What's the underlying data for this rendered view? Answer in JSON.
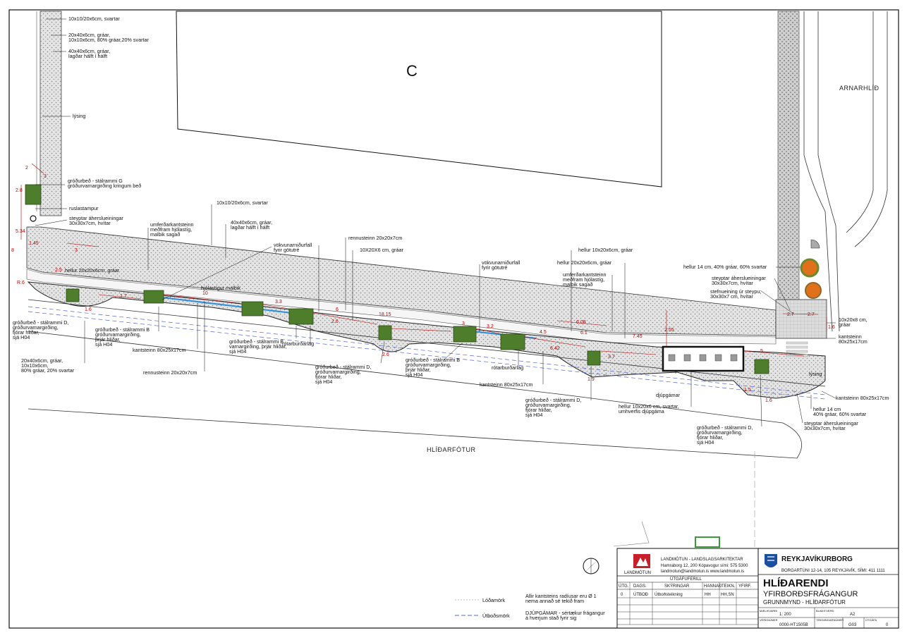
{
  "plan": {
    "block_label": "C",
    "street_right": "ARNARHLÍÐ",
    "street_bottom": "HLÍÐARFÓTUR",
    "bike_path": "hjólastígur malbik"
  },
  "labels": {
    "paving_a": "10x10/20x6cm, svartar",
    "paving_b1": "20x40x6cm, gráar,",
    "paving_b2": "10x10x6cm, 80% gráar,20% svartar",
    "paving_c1": "40x40x6cm, gráar,",
    "paving_c2": "lagðar hálft í hálft",
    "lighting": "lýsing",
    "planter_g1": "gróðurbeð - stálrammi G",
    "planter_g2": "gróðurvarnargirðing kringum beð",
    "bin": "ruslastampur",
    "cast_a1": "steyptar áherslueiningar",
    "cast_a2": "30x30x7cm, hvítar",
    "curb_traffic1": "umferðarkantsteinn",
    "curb_traffic2": "meðfram hjólastíg,",
    "curb_traffic3": "malbik sagað",
    "paving_top": "10x10/20x6cm, svartar",
    "paving_top2a": "40x40x6cm, gráar,",
    "paving_top2b": "lagðar hálft í hálft",
    "drain1": "vökvunarniðurfall",
    "drain2": "fyrir götutré",
    "gutter": "rennusteinn 20x20x7cm",
    "slab_grey": "10X20X6 cm, gráar",
    "slab_20": "hellur 20x20x6cm, gráar",
    "drain_r1": "vökvunarniðurfall",
    "drain_r2": "fyrir götutré",
    "slab_10x20": "hellur 10x20x6cm, gráar",
    "slab_20r": "hellur 20x20x6cm, gráar",
    "curb_traffic_r1": "umferðarkantsteinn",
    "curb_traffic_r2": "meðfram hjólastíg,",
    "curb_traffic_r3": "malbik sagað",
    "slab_14": "hellur 14 cm, 40% gráar, 60% svartar",
    "cast_b1": "steyptar áherslueiningar",
    "cast_b2": "30x30x7cm, hvítar",
    "cast_join1": "stefnueining úr steypu,",
    "cast_join2": "30x30x7 cm, hvítar",
    "slab_r1": "10x20x8 cm,",
    "slab_r2": "gráar",
    "curb_r1": "kantsteinn",
    "curb_r2": "80x25x17cm",
    "planter_d1": "gróðurbeð - stálrammi D,",
    "planter_d2": "gróðurvarnargirðing,",
    "planter_d3": "fjórar hliðar,",
    "planter_d4": "sjá H04",
    "paving_l1": "20x40x6cm, gráar,",
    "paving_l2": "10x10x6cm,",
    "paving_l3": "80% gráar, 20% svartar",
    "planter_b1": "gróðurbeð - stálrammi B",
    "planter_b2": "gróðurvarnargirðing,",
    "planter_b3": "þrjár hliðar,",
    "planter_b4": "sjá H04",
    "curb_80": "kantsteinn 80x25x17cm",
    "gutter_b": "rennusteinn 20x20x7cm",
    "planter_b5": "gróðurbeð - stálrammi B",
    "planter_b6": "varnargirðing, þrjár hliðar,",
    "planter_b7": "sjá H04",
    "root_layer": "rótarburðarlag",
    "planter_dd1": "gróðurbeð - stálrammi D,",
    "planter_dd2": "gróðurvarnargirðing,",
    "planter_dd3": "fjórar hliðar,",
    "planter_dd4": "sjá H04",
    "planter_bb1": "gróðurbeð - stálrammi B",
    "planter_bb2": "gróðurvarnargirðing,",
    "planter_bb3": "þrjár hliðar,",
    "planter_bb4": "sjá H04",
    "root_layer2": "rótarburðarlag",
    "curb_80b": "kantsteinn 80x25x17cm",
    "planter_de1": "gróðurbeð - stálrammi D,",
    "planter_de2": "gróðurvarnargirðing,",
    "planter_de3": "fjórar hliðar,",
    "planter_de4": "sjá H04",
    "deep_bins": "djúpgámar",
    "slab_deep1": "hellur 10x20x6 cm, svartar,",
    "slab_deep2": "umhverfis djúpgáma",
    "planter_df1": "gróðurbeð - stálrammi D,",
    "planter_df2": "gróðurvarnargirðing,",
    "planter_df3": "fjórar hliðar,",
    "planter_df4": "sjá H04",
    "slab_14b1": "hellur 14 cm",
    "slab_14b2": "40% gráar, 60% svartar",
    "cast_c1": "steyptar áherslueiningar",
    "cast_c2": "30x30x7cm, hvítar",
    "curb_80c": "kantsteinn 80x25x17cm",
    "lighting2": "lýsing"
  },
  "dimensions": [
    "2",
    "2.8",
    "3",
    "5.34",
    "1.45",
    "8",
    "2.5",
    "3",
    "1.6",
    "1.7",
    "10",
    "3.3",
    "6",
    "18.15",
    "2.6",
    "3",
    "3.2",
    "4.5",
    "6.1",
    "6.08",
    "7.45",
    "2.55",
    "6.42",
    "1.9",
    "3.7",
    "5",
    "2.7",
    "2.7",
    "1.6",
    "2.6",
    "1.6",
    "1.5",
    "R.6"
  ],
  "notes": {
    "radius": "Allir kantsteins radíusar eru Ø 1",
    "radius2": "nema annað sé tekið fram",
    "deep": "DJÚPGÁMAR - sértækur frágangur",
    "deep2": "á hverjum stað fyrir sig",
    "legend_lot": "Lóðamörk",
    "legend_tender": "Útboðsmörk"
  },
  "title_block": {
    "firm": "LANDMÓTUN - LANDSLAGSARKITEKTAR",
    "firm_addr1": "Hamraborg 12, 200 Kópavogur   sími: 575 5300",
    "firm_addr2": "landmotun@landmotun.is   www.landmotun.is",
    "logo_text": "LANDMÓTUN",
    "issue_header": "ÚTGÁFUFERILL",
    "col_nr": "ÚTG.",
    "col_date": "DAGS.",
    "col_desc": "SKÝRINGAR",
    "col_drawn": "HANNAÐ",
    "col_check": "TEIKN.",
    "col_rev": "YFIRF.",
    "row_nr": "0",
    "row_date": "ÚTBOÐ",
    "row_desc": "Útboðsteikning",
    "row_drawn": "HH",
    "row_check": "HH,SN",
    "client": "REYKJAVÍKURBORG",
    "client_addr": "BORGARTÚNI 12-14, 105 REYKJAVÍK, SÍMI: 411 1111",
    "project": "HLÍÐARENDI",
    "subtitle1": "YFIRBORÐSFRÁGANGUR",
    "subtitle2": "GRUNNMYND - HLÍÐARFÓTUR",
    "scale_label": "MÆLIKVARÐI",
    "scale": "1: 200",
    "sheet_label": "BLAÐSTÆRÐ",
    "sheet": "A2",
    "project_no_label": "VERKNÚMER",
    "project_no": "0000-HT1505B",
    "drawing_no_label": "TEIKNINGARNÚMER",
    "drawing_no": "G03",
    "version_label": "ÚTGÁFA",
    "version": "0"
  },
  "colors": {
    "dim_red": "#b00000",
    "water_blue": "#2a8fd8",
    "planter_green": "#4e7d2b",
    "orange_tree": "#e0701a",
    "paving_grey": "#d8d8d8"
  }
}
